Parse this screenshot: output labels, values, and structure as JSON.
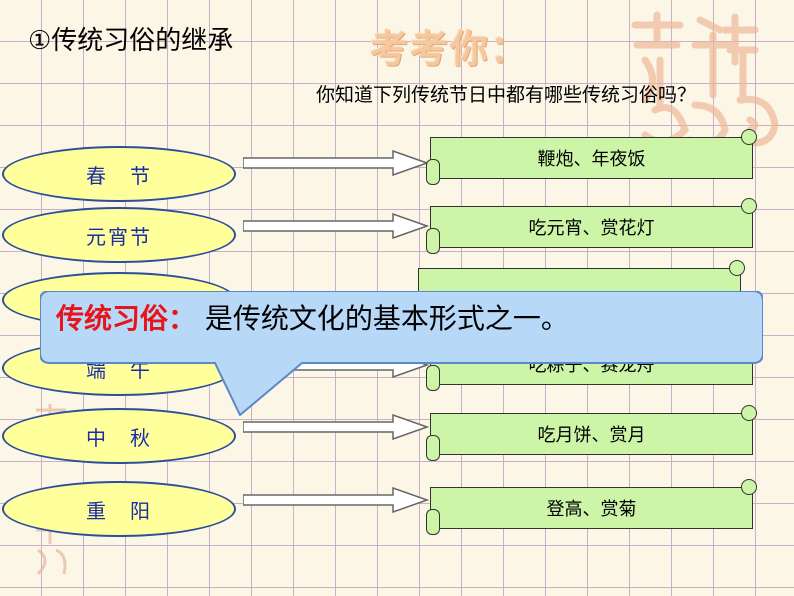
{
  "title": "①传统习俗的继承",
  "deco_title": "考考你：",
  "question": "你知道下列传统节日中都有哪些传统习俗吗？",
  "festivals": [
    {
      "name": "春　节",
      "custom": "鞭炮、年夜饭"
    },
    {
      "name": "元宵节",
      "custom": "吃元宵、赏花灯"
    },
    {
      "name": "",
      "custom": ""
    },
    {
      "name": "端　午",
      "custom": "吃粽子、赛龙舟"
    },
    {
      "name": "中　秋",
      "custom": "吃月饼、赏月"
    },
    {
      "name": "重　阳",
      "custom": "登高、赏菊"
    }
  ],
  "callout": {
    "term": "传统习俗：",
    "definition": "是传统文化的基本形式之一。"
  },
  "colors": {
    "ellipse_fill": "#ffff9c",
    "ellipse_text": "#1b2ea8",
    "scroll_fill": "#ccf5a8",
    "callout_fill": "#b8d8f8",
    "term_color": "#e8141b"
  }
}
